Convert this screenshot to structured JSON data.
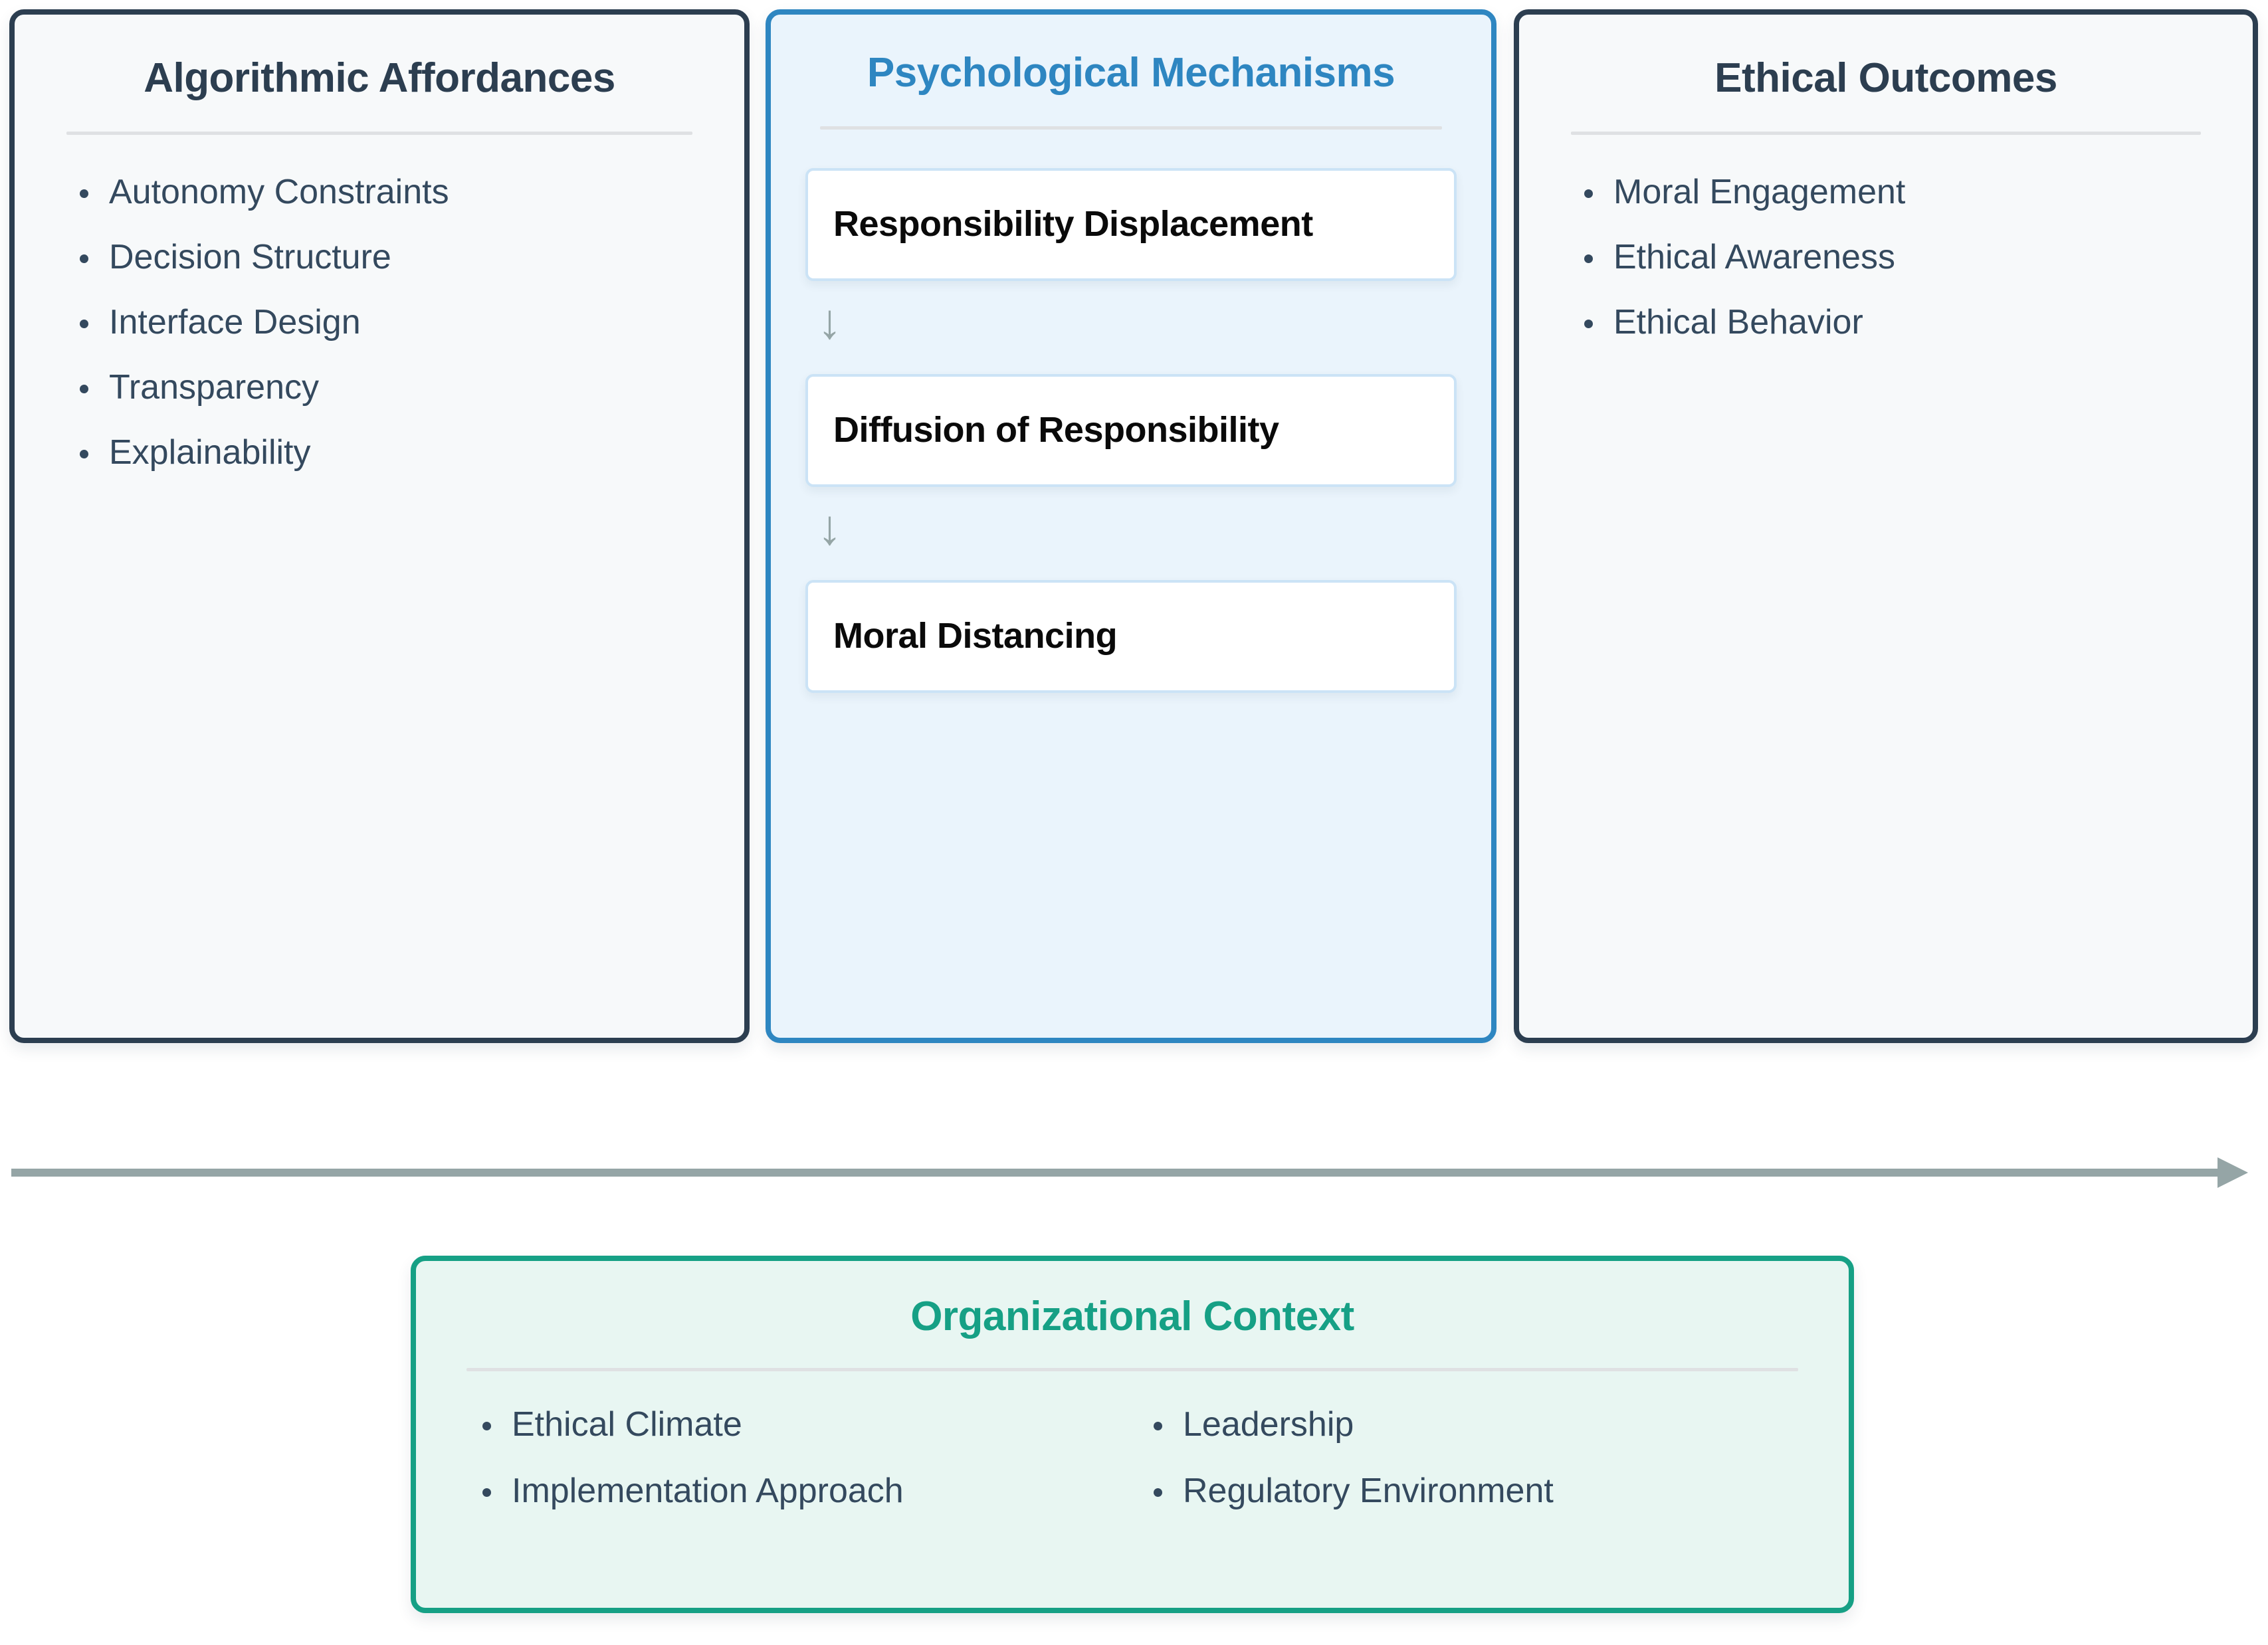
{
  "diagram": {
    "columns": [
      {
        "id": "algorithmic-affordances",
        "title": "Algorithmic Affordances",
        "style": "plain",
        "items": [
          "Autonomy Constraints",
          "Decision Structure",
          "Interface Design",
          "Transparency",
          "Explainability"
        ]
      },
      {
        "id": "psychological-mechanisms",
        "title": "Psychological Mechanisms",
        "style": "highlight",
        "mechanisms": [
          "Responsibility Displacement",
          "Diffusion of Responsibility",
          "Moral Distancing"
        ],
        "arrow_glyph": "↓"
      },
      {
        "id": "ethical-outcomes",
        "title": "Ethical Outcomes",
        "style": "plain",
        "items": [
          "Moral Engagement",
          "Ethical Awareness",
          "Ethical Behavior"
        ]
      }
    ],
    "flow_arrow": {
      "direction": "left-to-right",
      "label": ""
    },
    "context": {
      "id": "organizational-context",
      "title": "Organizational Context",
      "column_left": [
        "Ethical Climate",
        "Implementation Approach"
      ],
      "column_right": [
        "Leadership",
        "Regulatory Environment"
      ]
    }
  },
  "colors": {
    "panel_border": "#2c3e50",
    "panel_background": "#f7f9fa",
    "highlight_border": "#2e86c1",
    "highlight_background": "#eaf4fc",
    "highlight_title": "#2e86c1",
    "context_border": "#16a085",
    "context_background": "#e8f6f2",
    "context_title": "#16a085",
    "bullet_text": "#34495e",
    "arrow": "#95a5a6",
    "divider": "#dfe1e3",
    "mechanism_border": "#cbe3f6",
    "mechanism_text": "#0a0a0a"
  }
}
